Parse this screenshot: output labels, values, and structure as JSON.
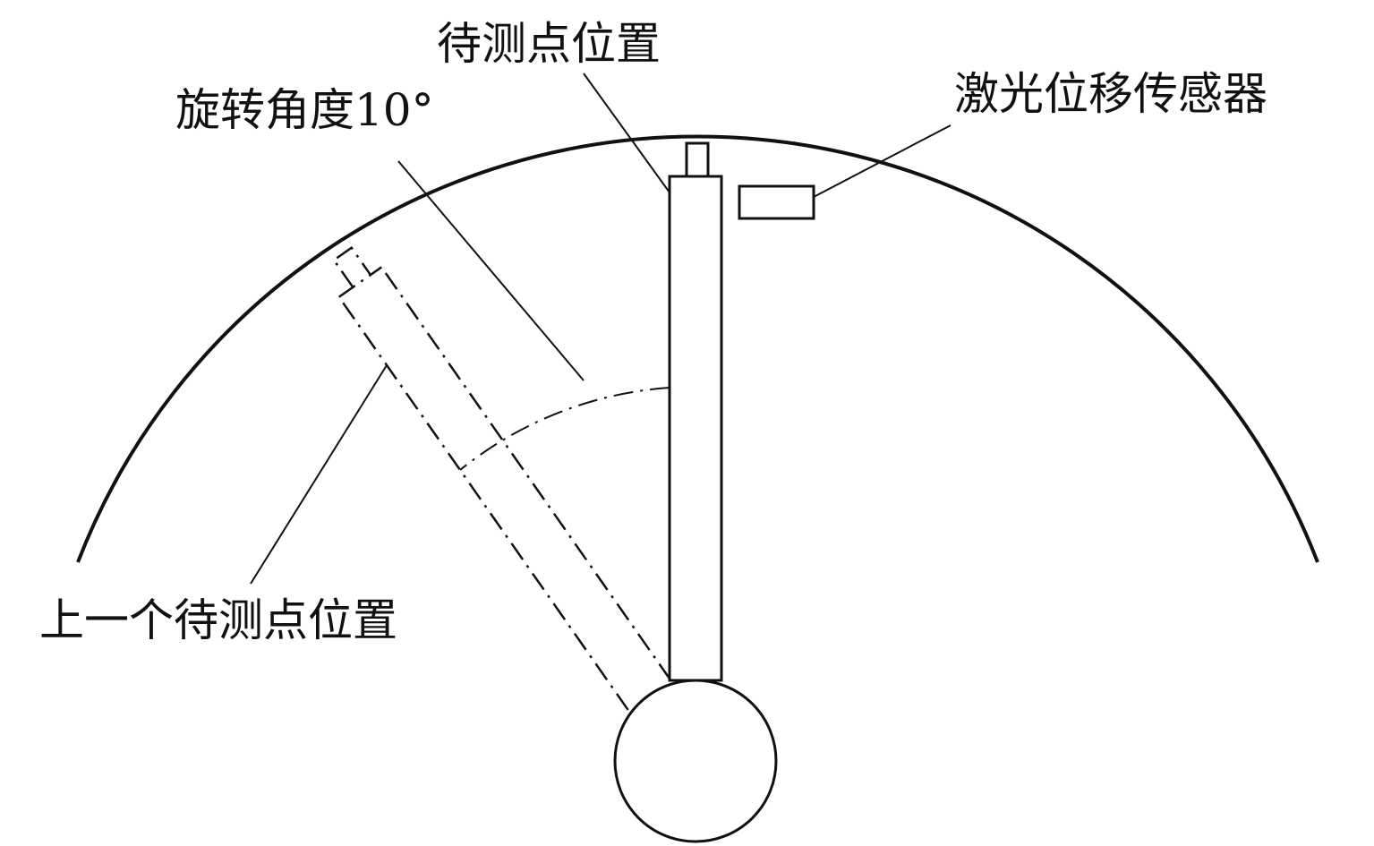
{
  "labels": {
    "target_point": "待测点位置",
    "rotation_angle": "旋转角度10°",
    "laser_sensor": "激光位移传感器",
    "previous_point": "上一个待测点位置"
  },
  "colors": {
    "stroke": "#111111"
  }
}
